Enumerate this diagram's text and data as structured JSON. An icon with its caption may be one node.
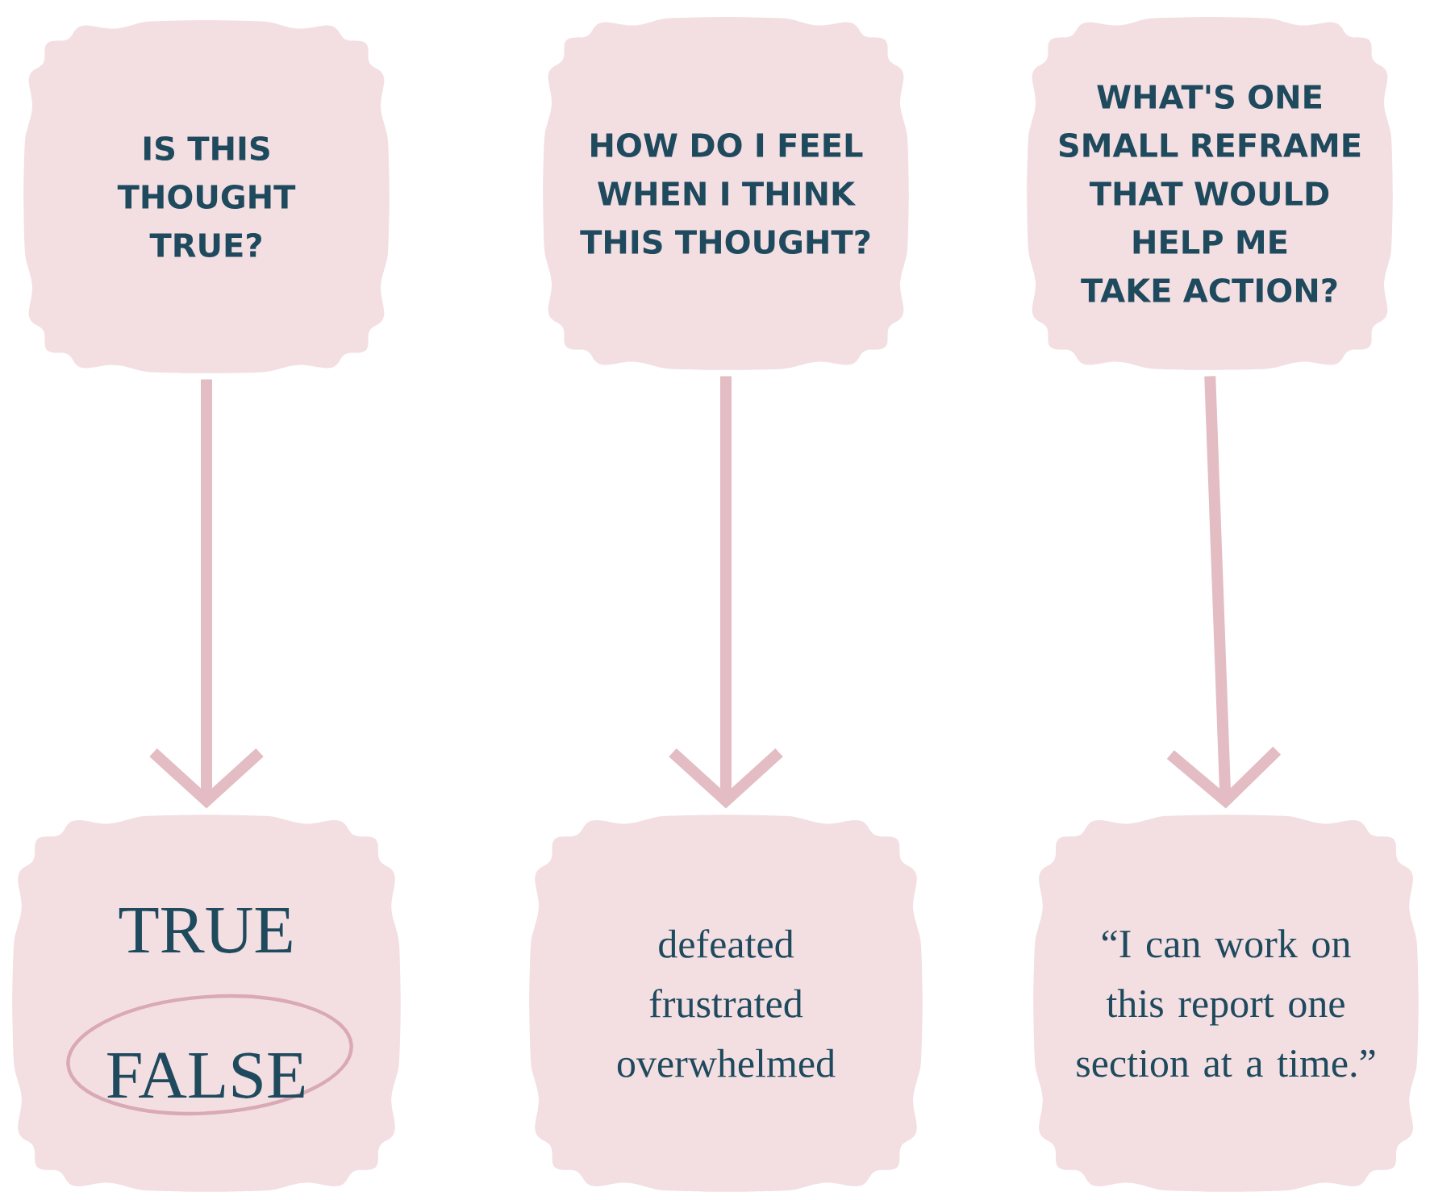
{
  "diagram": {
    "nodes": [
      {
        "text": [
          "IS THIS THOUGHT TRUE?"
        ]
      },
      {
        "text": [
          "HOW DO I FEEL WHEN I THINK THIS THOUGHT?"
        ]
      },
      {
        "text": [
          "WHAT'S ONE SMALL REFRAME THAT WOULD HELP ME TAKE ACTION?"
        ]
      },
      {
        "text": [
          "TRUE",
          "FALSE"
        ]
      },
      {
        "text": [
          "defeated",
          "frustrated",
          "overwhelmed"
        ]
      },
      {
        "text": [
          "“I can work on this report one section at a time.”"
        ]
      }
    ],
    "edges": [
      {
        "from": 0,
        "to": 3,
        "arrow": "to"
      },
      {
        "from": 1,
        "to": 4,
        "arrow": "to"
      },
      {
        "from": 2,
        "to": 5,
        "arrow": "to"
      }
    ]
  }
}
